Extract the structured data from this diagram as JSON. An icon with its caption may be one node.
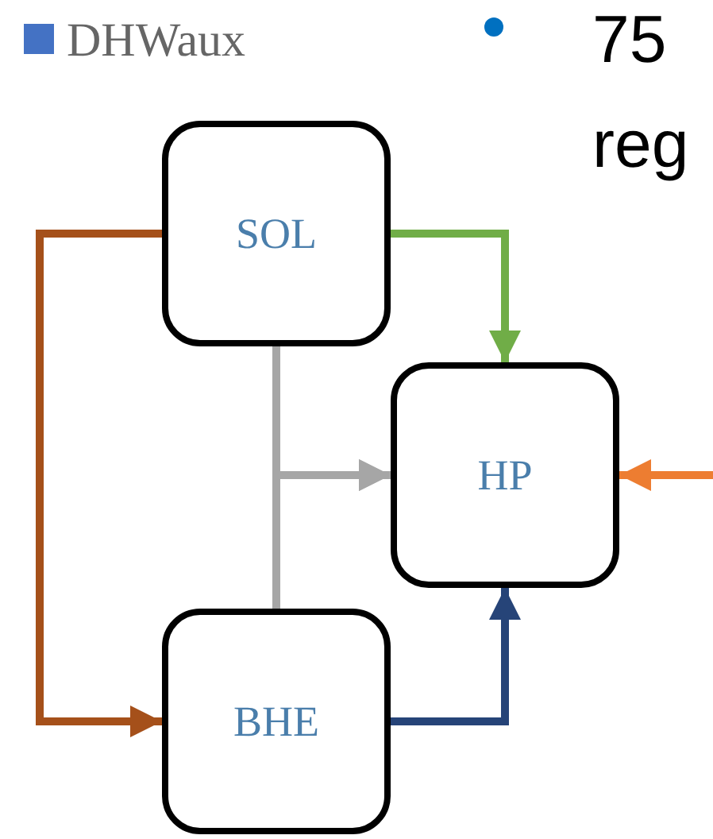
{
  "diagram": {
    "nodes": [
      {
        "text": [
          "SOL"
        ]
      },
      {
        "text": [
          "HP"
        ]
      },
      {
        "text": [
          "BHE"
        ]
      }
    ],
    "edges": [
      {
        "from": 0,
        "to": 2,
        "arrow": "to",
        "color": "#a5501a"
      },
      {
        "from": 0,
        "to": 1,
        "arrow": "to",
        "color": "#70ad47"
      },
      {
        "from": 0,
        "to": 1,
        "arrow": "to"
      },
      {
        "from": 2,
        "to": 1,
        "arrow": "to"
      },
      {
        "from": 2,
        "to": 1,
        "arrow": "to",
        "color": "#264478"
      },
      {
        "from": null,
        "to": 1,
        "arrow": "to",
        "color": "#ed7d31"
      }
    ],
    "labels": [
      "75",
      "reg"
    ],
    "legend": [
      {
        "text": "DHWaux",
        "color": "#4472c4"
      }
    ]
  }
}
